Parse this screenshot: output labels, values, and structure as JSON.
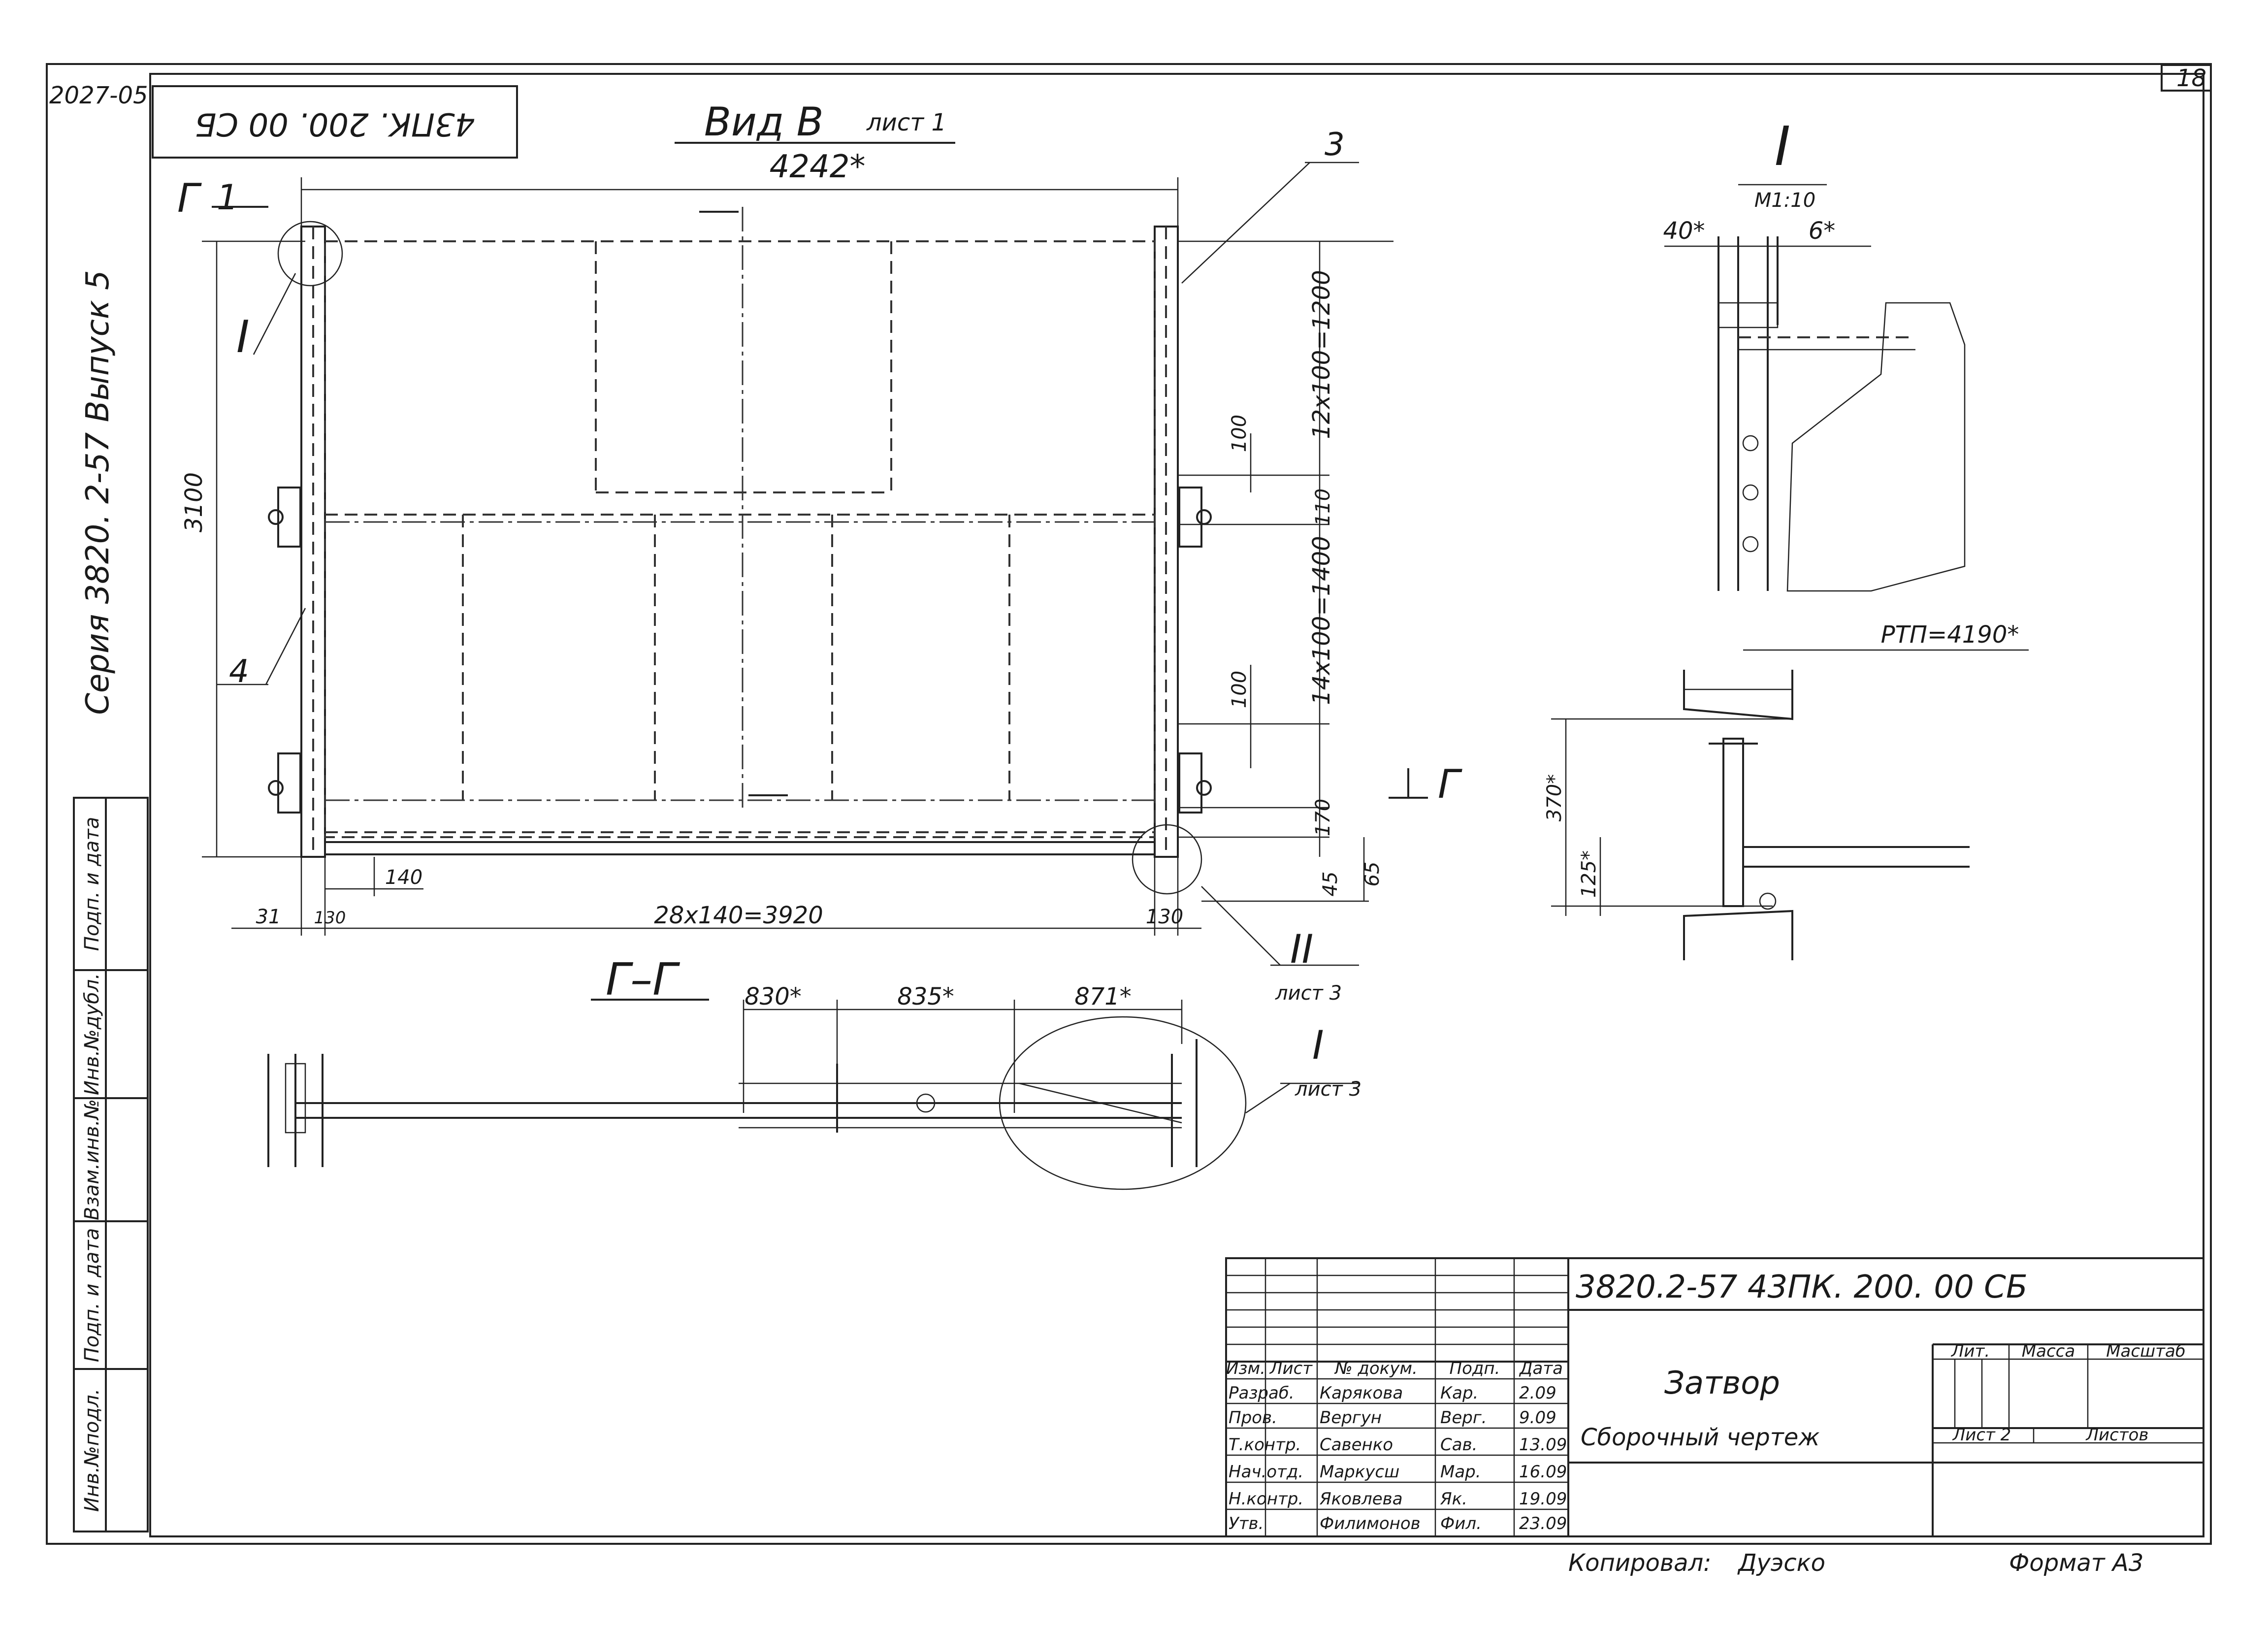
{
  "sheet": {
    "archive_no": "2027-05",
    "sheet_no": "18",
    "code_rotated": "43ПК. 200. 00 СБ",
    "series_rotated": "Серия 3820. 2-57 Выпуск 5",
    "copied_by_label": "Копировал:",
    "copied_by_name": "Дуэско",
    "format_label": "Формат А3"
  },
  "left_strip": [
    "Подп. и дата",
    "Инв.№дубл.",
    "Взам.инв.№",
    "Подп. и дата",
    "Инв.№подл."
  ],
  "view_b": {
    "title": "Вид В",
    "title_sub": "лист 1",
    "width_dim": "4242*",
    "height_dim": "3100",
    "upper_spacing": "12x100=1200",
    "lower_spacing": "14x100=1400",
    "step_100_top": "100",
    "step_110": "110",
    "step_100_bottom": "100",
    "step_170": "170",
    "dim_45": "45",
    "dim_65": "65",
    "dim_140": "140",
    "dim_31": "31",
    "dim_130_left": "130",
    "bottom_spacing": "28x140=3920",
    "dim_130_right": "130",
    "callout_3": "3",
    "callout_4": "4",
    "callout_I": "I",
    "callout_II": "II",
    "callout_II_sub": "лист 3",
    "section_mark": "Г",
    "section_mark_1": "1"
  },
  "section_gg": {
    "title": "Г–Г",
    "dim_830": "830*",
    "dim_835": "835*",
    "dim_871": "871*",
    "callout_I": "I",
    "callout_I_sub": "лист 3"
  },
  "detail_I": {
    "title": "I",
    "scale": "М1:10",
    "dim_40": "40*",
    "dim_6": "6*"
  },
  "detail_rail": {
    "rtp": "РТП=4190*",
    "dim_370": "370*",
    "dim_125": "125*"
  },
  "title_block": {
    "designation": "3820.2-57 43ПК. 200. 00 СБ",
    "name_line1": "Затвор",
    "name_line2": "Сборочный чертеж",
    "col_headers": [
      "Изм.",
      "Лист",
      "№ докум.",
      "Подп.",
      "Дата"
    ],
    "rows": [
      {
        "role": "Разраб.",
        "name": "Карякова",
        "sign": "Кар.",
        "date": "2.09"
      },
      {
        "role": "Пров.",
        "name": "Вергун",
        "sign": "Верг.",
        "date": "9.09"
      },
      {
        "role": "Т.контр.",
        "name": "Савенко",
        "sign": "Сав.",
        "date": "13.09"
      },
      {
        "role": "Нач.отд.",
        "name": "Маркусш",
        "sign": "Мар.",
        "date": "16.09"
      },
      {
        "role": "Н.контр.",
        "name": "Яковлева",
        "sign": "Як.",
        "date": "19.09"
      },
      {
        "role": "Утв.",
        "name": "Филимонов",
        "sign": "Фил.",
        "date": "23.09"
      }
    ],
    "lit_label": "Лит.",
    "mass_label": "Масса",
    "scale_label": "Масштаб",
    "sheet_label": "Лист 2",
    "sheets_label": "Листов"
  }
}
